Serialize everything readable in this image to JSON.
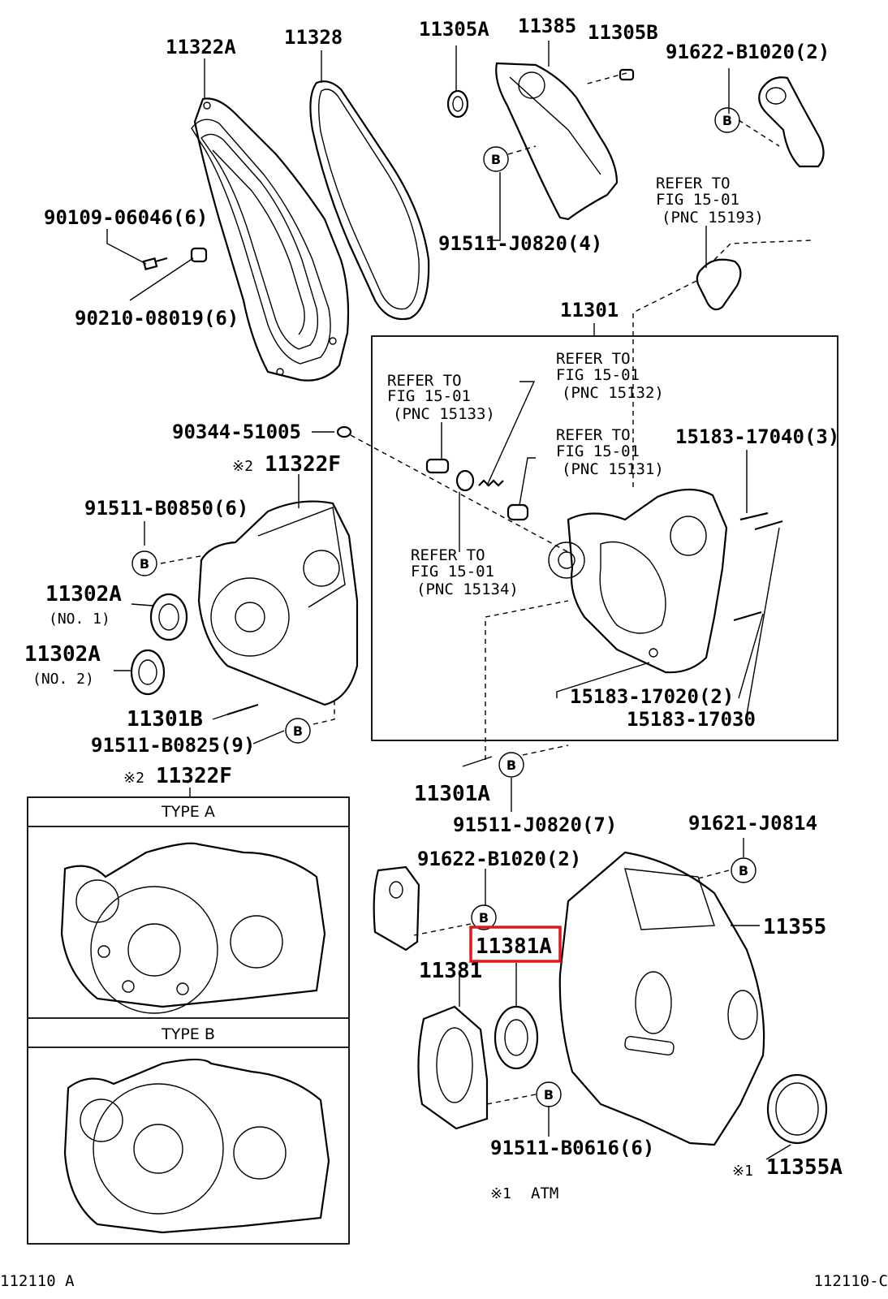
{
  "labels": {
    "p11322A": "11322A",
    "p11328": "11328",
    "p11305A": "11305A",
    "p11385": "11385",
    "p11305B": "11305B",
    "p91622_top": "91622-B1020(2)",
    "p90109": "90109-06046(6)",
    "p90210": "90210-08019(6)",
    "p91511_J0820_4": "91511-J0820(4)",
    "refer_15193": [
      "REFER TO",
      "FIG 15-01",
      "(PNC 15193)"
    ],
    "p11301": "11301",
    "refer_15133": [
      "REFER TO",
      "FIG 15-01",
      "(PNC 15133)"
    ],
    "refer_15132": [
      "REFER TO",
      "FIG 15-01",
      "(PNC 15132)"
    ],
    "refer_15131": [
      "REFER TO",
      "FIG 15-01",
      "(PNC 15131)"
    ],
    "refer_15134": [
      "REFER TO",
      "FIG 15-01",
      "(PNC 15134)"
    ],
    "p90344": "90344-51005",
    "p15183_17040": "15183-17040(3)",
    "p11322F_mark": "※2",
    "p11322F": "11322F",
    "p91511_B0850": "91511-B0850(6)",
    "p11302A_1": "11302A",
    "p11302A_1_sub": "(NO. 1)",
    "p11302A_2": "11302A",
    "p11302A_2_sub": "(NO. 2)",
    "p11301B": "11301B",
    "p91511_B0825": "91511-B0825(9)",
    "p15183_17020": "15183-17020(2)",
    "p15183_17030": "15183-17030",
    "p11322F_2_mark": "※2",
    "p11322F_2": "11322F",
    "p11301A": "11301A",
    "p91511_J0820_7": "91511-J0820(7)",
    "p91621": "91621-J0814",
    "p91622_bottom": "91622-B1020(2)",
    "p11355": "11355",
    "p11381A": "11381A",
    "p11381": "11381",
    "p91511_B0616": "91511-B0616(6)",
    "p11355A_mark": "※1",
    "p11355A": "11355A",
    "atm_mark": "※1",
    "atm": "ATM",
    "type_a": "TYPE A",
    "type_b": "TYPE B",
    "code_left": "112110 A",
    "code_right": "112110-C",
    "b_marker": "B"
  },
  "colors": {
    "line": "#000000",
    "highlight": "#e0181e",
    "background": "#ffffff"
  }
}
